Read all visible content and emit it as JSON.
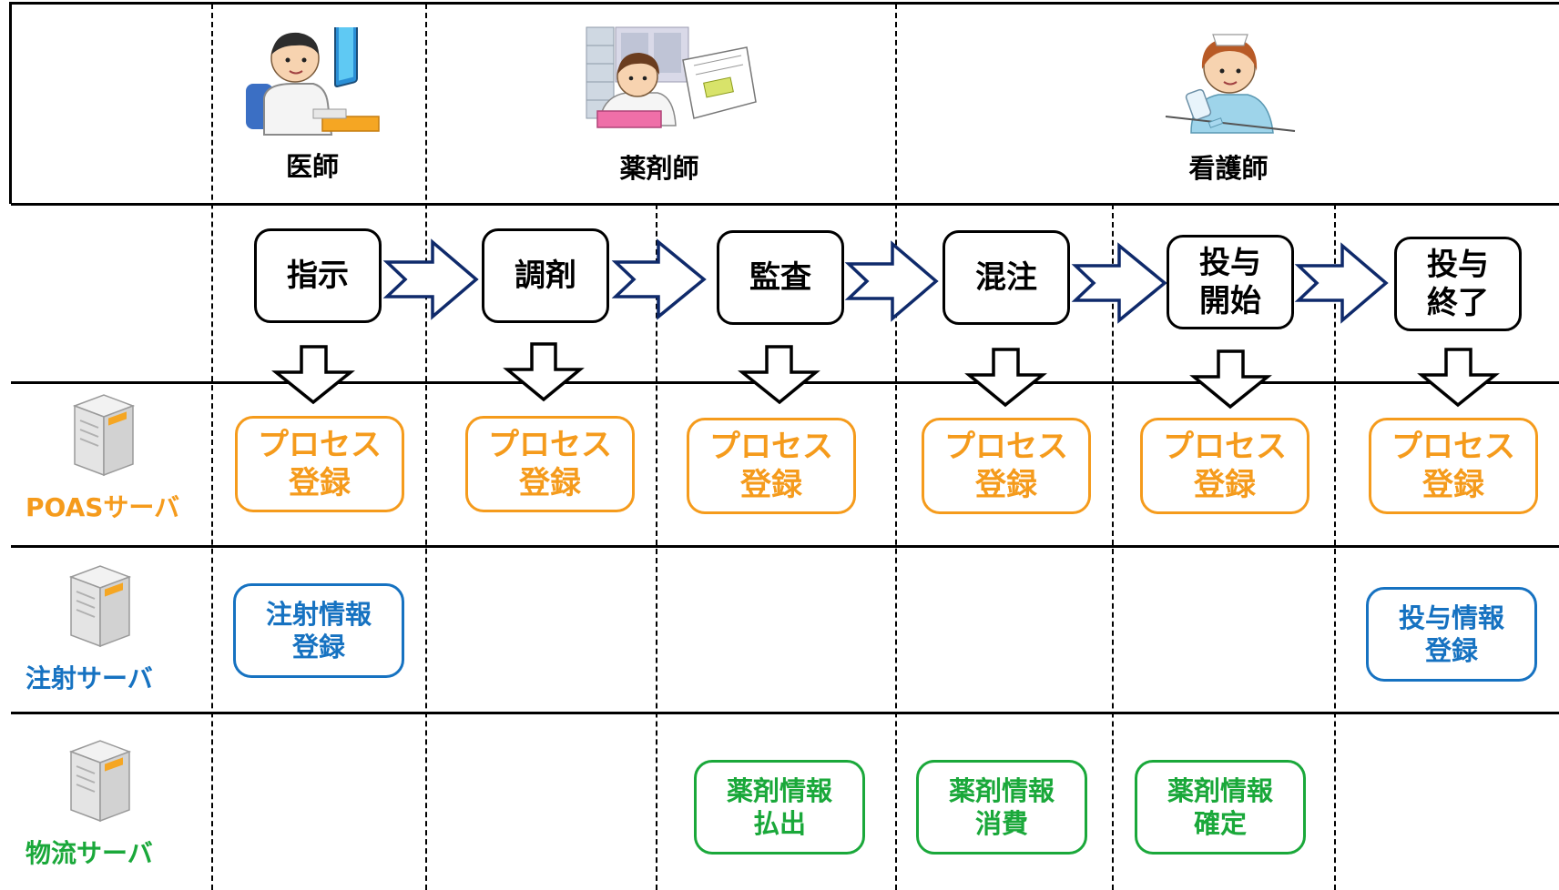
{
  "roles": [
    "医師",
    "薬剤師",
    "看護師"
  ],
  "steps": [
    "指示",
    "調剤",
    "監査",
    "混注",
    "投与\n開始",
    "投与\n終了"
  ],
  "poas_boxes": [
    "プロセス\n登録",
    "プロセス\n登録",
    "プロセス\n登録",
    "プロセス\n登録",
    "プロセス\n登録",
    "プロセス\n登録"
  ],
  "injection_boxes": {
    "left": "注射情報\n登録",
    "right": "投与情報\n登録"
  },
  "logistics_boxes": [
    "薬剤情報\n払出",
    "薬剤情報\n消費",
    "薬剤情報\n確定"
  ],
  "servers": {
    "poas": "POASサーバ",
    "injection": "注射サーバ",
    "logistics": "物流サーバ"
  },
  "colors": {
    "poas": "#f59b1c",
    "injection": "#1672c1",
    "logistics": "#1aa83a",
    "flow_arrow": "#0f2a6b"
  },
  "icons": {
    "server": "server-icon",
    "doctor": "doctor-illustration",
    "pharmacist": "pharmacist-illustration",
    "nurse": "nurse-illustration"
  }
}
